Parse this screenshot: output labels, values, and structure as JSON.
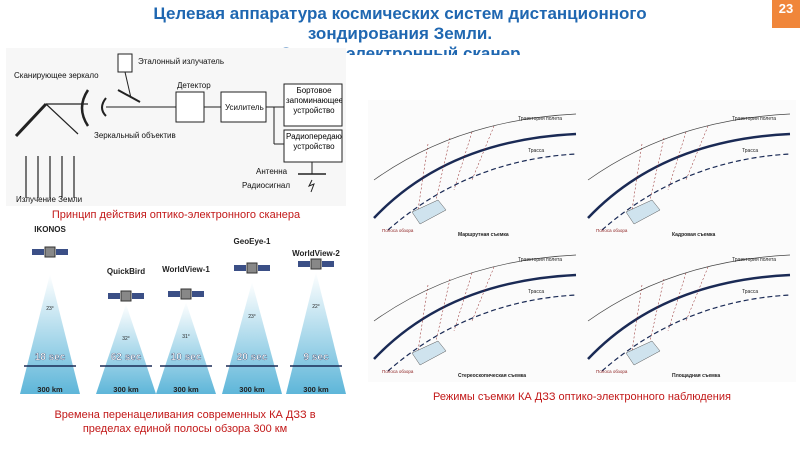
{
  "slide": {
    "title_line1": "Целевая аппаратура космических систем  дистанционного",
    "title_line2": "зондирования Земли.",
    "title_line3": "Оптико-электронный сканер",
    "page_number": "23",
    "accent_color": "#1f67b1",
    "caption_color": "#c21818"
  },
  "scanner_diagram": {
    "labels": {
      "scan_mirror": "Сканирующее зеркало",
      "reference_emitter": "Эталонный излучатель",
      "detector": "Детектор",
      "amplifier": "Усилитель",
      "onboard_storage": "Бортовое запоминающее устройство",
      "radio_transmitter": "Радиопередающее устройство",
      "mirror_lens": "Зеркальный объектив",
      "antenna": "Антенна",
      "radio_signal": "Радиосигнал",
      "earth_radiation": "Излучение Земли"
    },
    "caption": "Принцип действия  оптико-электронного сканера"
  },
  "satellites": {
    "items": [
      {
        "name": "IKONOS",
        "angle": "23°",
        "time": "18 sec",
        "distance": "300 km"
      },
      {
        "name": "QuickBird",
        "angle": "32°",
        "time": "62 sec",
        "distance": "300 km"
      },
      {
        "name": "WorldView-1",
        "angle": "31°",
        "time": "10 sec",
        "distance": "300 km"
      },
      {
        "name": "GeoEye-1",
        "angle": "23°",
        "time": "20 sec",
        "distance": "300 km"
      },
      {
        "name": "WorldView-2",
        "angle": "22°",
        "time": "9 sec",
        "distance": "300 km"
      }
    ],
    "caption_line1": "Времена перенацеливания современных КА ДЗЗ в",
    "caption_line2": "пределах единой полосы обзора 300 км"
  },
  "survey_modes": {
    "route": "Маршрутная съемка",
    "frame": "Кадровая съемка",
    "stereo": "Стереоскопическая съемка",
    "area": "Площадная съемка",
    "trajectory": "Траектория полета",
    "track": "Трасса",
    "swath": "Полоса обзора",
    "caption": "Режимы съемки КА ДЗЗ оптико-электронного наблюдения"
  }
}
